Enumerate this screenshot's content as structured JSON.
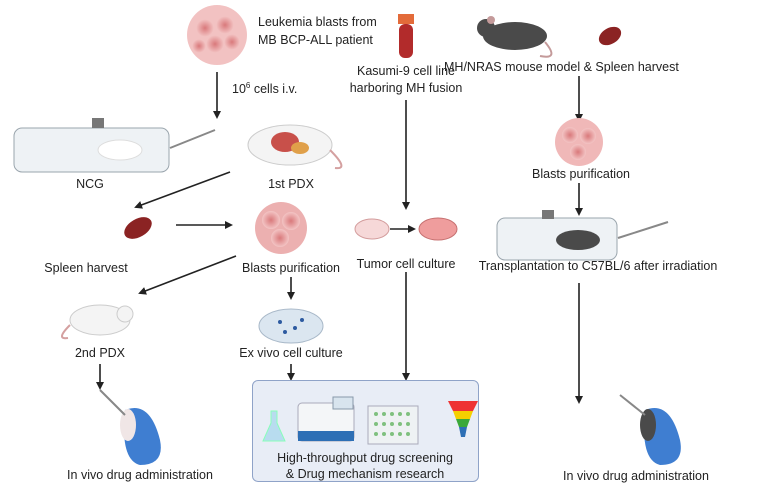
{
  "labels": {
    "leukemia_line1": "Leukemia blasts from",
    "leukemia_line2": "MB BCP-ALL patient",
    "cells_iv": "10",
    "cells_iv_exp": "6",
    "cells_iv_rest": " cells i.v.",
    "kasumi_line1": "Kasumi-9 cell line",
    "kasumi_line2": "harboring MH fusion",
    "mouse_model": "MH/NRAS mouse model & Spleen harvest",
    "ncg": "NCG",
    "first_pdx": "1st PDX",
    "blasts_purification_right": "Blasts purification",
    "spleen_harvest": "Spleen harvest",
    "blasts_purification_left": "Blasts purification",
    "tumor_cell_culture": "Tumor cell culture",
    "transplantation": "Transplantation to C57BL/6 after irradiation",
    "second_pdx": "2nd PDX",
    "ex_vivo": "Ex vivo cell culture",
    "in_vivo_left": "In vivo drug administration",
    "screening_line1": "High-throughput drug screening",
    "screening_line2": "& Drug mechanism research",
    "in_vivo_right": "In vivo drug administration"
  },
  "colors": {
    "blasts": "#e8a3a3",
    "spleen": "#8b2323",
    "box_fill": "#e8edf6",
    "box_border": "#8fa3c8",
    "arrow": "#222222"
  }
}
